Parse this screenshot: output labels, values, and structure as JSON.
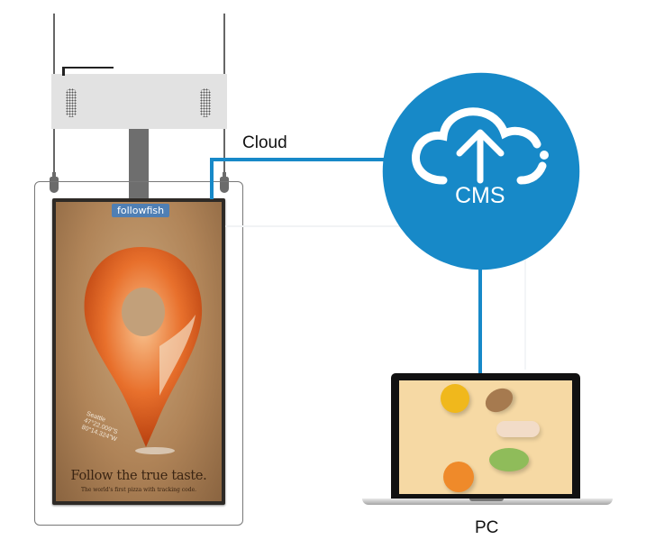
{
  "diagram": {
    "cloud_label": "Cloud",
    "cms_label": "CMS",
    "pc_label": "PC",
    "connector_color": "#1789c8",
    "cms_circle_color": "#1789c8"
  },
  "signage": {
    "brand_badge": "followfish",
    "headline": "Follow the true taste.",
    "subline": "The world's first pizza with tracking code.",
    "coordinates": [
      "Seattle",
      "47°22.009\"S",
      "80°14.324\"W"
    ]
  },
  "icons": {
    "cms": "cloud-upload-icon"
  }
}
